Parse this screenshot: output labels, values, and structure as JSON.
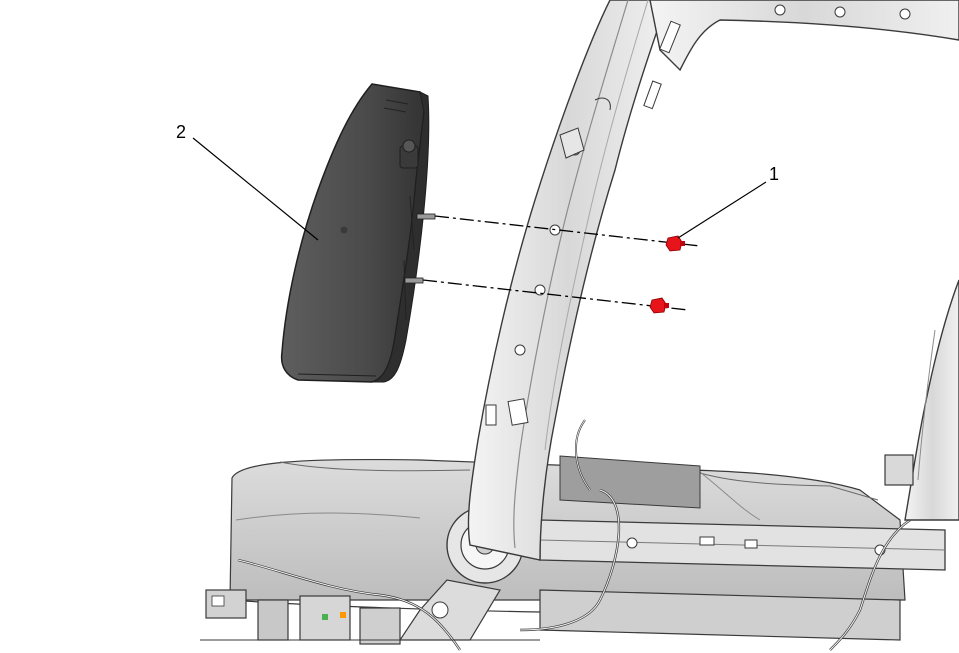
{
  "figure": {
    "callouts": [
      {
        "id": "1",
        "label": "1",
        "part": "push-pin-retainer"
      },
      {
        "id": "2",
        "label": "2",
        "part": "side-airbag-module"
      }
    ]
  },
  "colors": {
    "background": "#ffffff",
    "frame_light": "#e8e8e8",
    "frame_mid": "#c9c9c9",
    "frame_dark": "#8c8c8c",
    "outline": "#3a3a3a",
    "airbag_body": "#4f4f4f",
    "airbag_dark": "#2e2e2e",
    "retainer_red": "#e8141c",
    "leader": "#000000"
  }
}
